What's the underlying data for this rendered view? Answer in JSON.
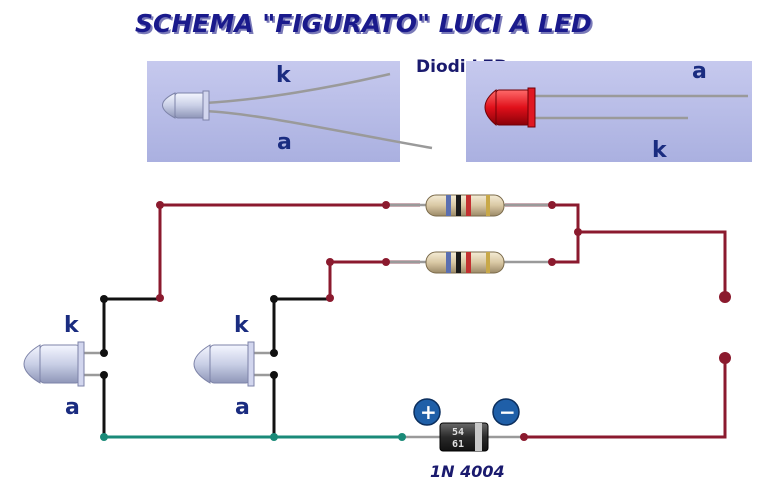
{
  "title": "SCHEMA \"FIGURATO\" LUCI A LED",
  "header_caption": "Diodi LED",
  "photo_left": {
    "label_top": "k",
    "label_bottom": "a"
  },
  "photo_right": {
    "label_top": "a",
    "label_bottom": "k"
  },
  "led1": {
    "label_k": "k",
    "label_a": "a"
  },
  "led2": {
    "label_k": "k",
    "label_a": "a"
  },
  "diode": {
    "model": "1N 4004",
    "plus": "+",
    "minus": "−",
    "marking_1": "54",
    "marking_2": "61"
  },
  "colors": {
    "title": "#1a1a8c",
    "labels": "#1a2c80",
    "wire_positive": "#8b1a2e",
    "wire_led": "#111111",
    "wire_return": "#1a8a78",
    "photo_background": "#b8bce8",
    "sign_badge": "#1f5fa8"
  },
  "icons": [
    "led-clear-icon",
    "led-red-icon",
    "resistor-icon",
    "diode-icon",
    "terminal-icon"
  ]
}
